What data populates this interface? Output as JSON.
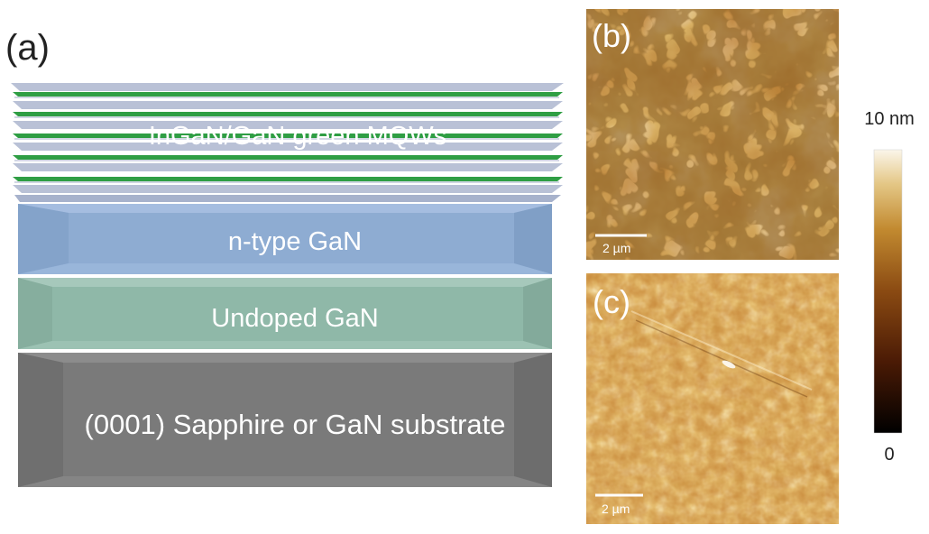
{
  "panel_a": {
    "label": "(a)",
    "layers": {
      "mqw": "InGaN/GaN green MQWs",
      "ntype": "n-type GaN",
      "undoped": "Undoped GaN",
      "substrate": "(0001) Sapphire or GaN substrate"
    }
  },
  "panel_b": {
    "label": "(b)",
    "scale_bar": "2 µm"
  },
  "panel_c": {
    "label": "(c)",
    "scale_bar": "2 µm"
  },
  "colorbar": {
    "max_label": "10 nm",
    "min_label": "0"
  },
  "colors": {
    "substrate": "#7a7a7a",
    "undoped_gan": "#8fb8a8",
    "ntype_gan": "#8eacd2",
    "gan_barrier": "#b9c1d6",
    "ingan_well": "#2f9e44",
    "afm_dark": "#6a3206",
    "afm_mid": "#c07d2a",
    "afm_light": "#f0dca8"
  }
}
